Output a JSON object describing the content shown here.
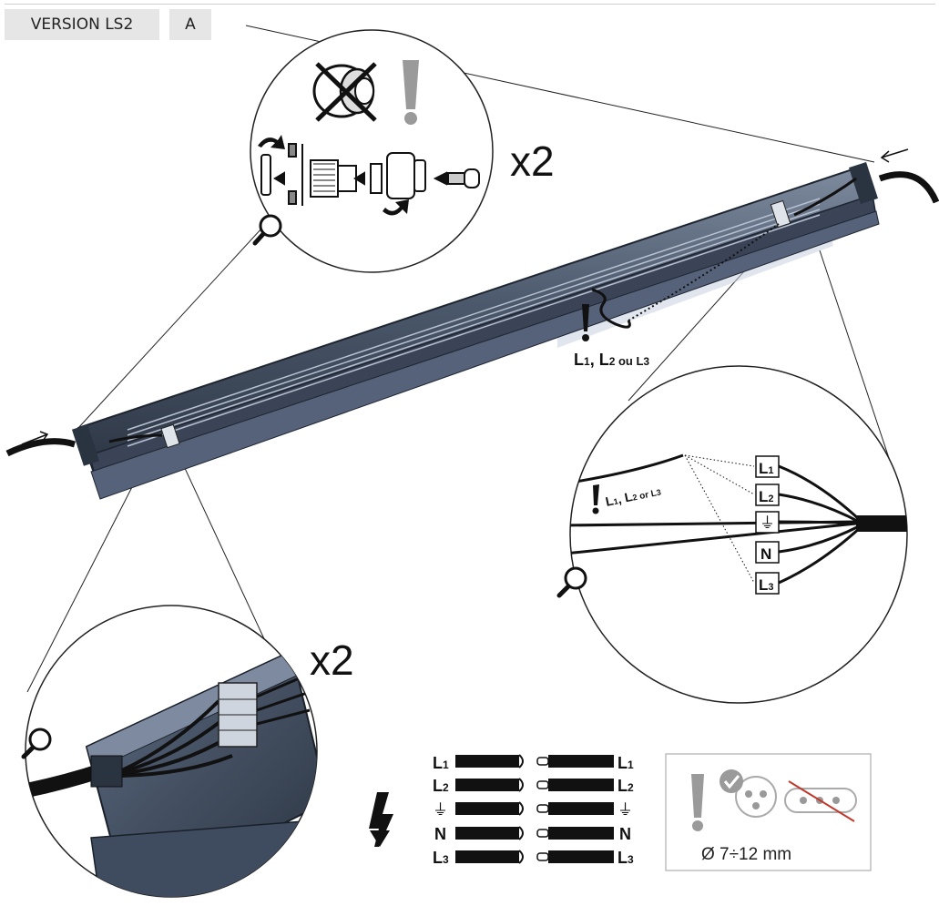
{
  "header": {
    "version_label": "VERSION LS2",
    "variant_label": "A"
  },
  "detail_gland": {
    "multiplier": "x2"
  },
  "detail_end": {
    "multiplier": "x2"
  },
  "main_fixture": {
    "phase_note": "L1, L2 ou L3",
    "phase_note_parts": [
      "L",
      "1",
      ", L",
      "2",
      " ou L",
      "3"
    ]
  },
  "detail_terminal": {
    "phase_note_parts": [
      "L",
      "1",
      ", L",
      "2",
      " or L",
      "3"
    ],
    "terminals": [
      {
        "letter": "L",
        "sub": "1"
      },
      {
        "letter": "L",
        "sub": "2"
      },
      {
        "letter": "⏚",
        "sub": ""
      },
      {
        "letter": "N",
        "sub": ""
      },
      {
        "letter": "L",
        "sub": "3"
      }
    ]
  },
  "wiring_table": {
    "rows": [
      {
        "left_letter": "L",
        "left_sub": "1",
        "right_letter": "L",
        "right_sub": "1"
      },
      {
        "left_letter": "L",
        "left_sub": "2",
        "right_letter": "L",
        "right_sub": "2"
      },
      {
        "left_letter": "⏚",
        "left_sub": "",
        "right_letter": "⏚",
        "right_sub": ""
      },
      {
        "left_letter": "N",
        "left_sub": "",
        "right_letter": "N",
        "right_sub": ""
      },
      {
        "left_letter": "L",
        "left_sub": "3",
        "right_letter": "L",
        "right_sub": "3"
      }
    ]
  },
  "cable_spec": {
    "diameter_label": "Ø  7÷12 mm"
  },
  "colors": {
    "fixture_body": "#3d4a5c",
    "fixture_dark": "#222a35",
    "fixture_highlight": "#8e9bb0",
    "line_black": "#111111",
    "warning_grey": "#9a9a9a",
    "cross_red": "#c0392b",
    "panel_border": "#bdbdbd"
  },
  "icons": [
    "magnifier-icon",
    "warning-exclamation-icon",
    "lightning-icon",
    "check-icon",
    "earth-ground-icon",
    "arrow-icon"
  ]
}
